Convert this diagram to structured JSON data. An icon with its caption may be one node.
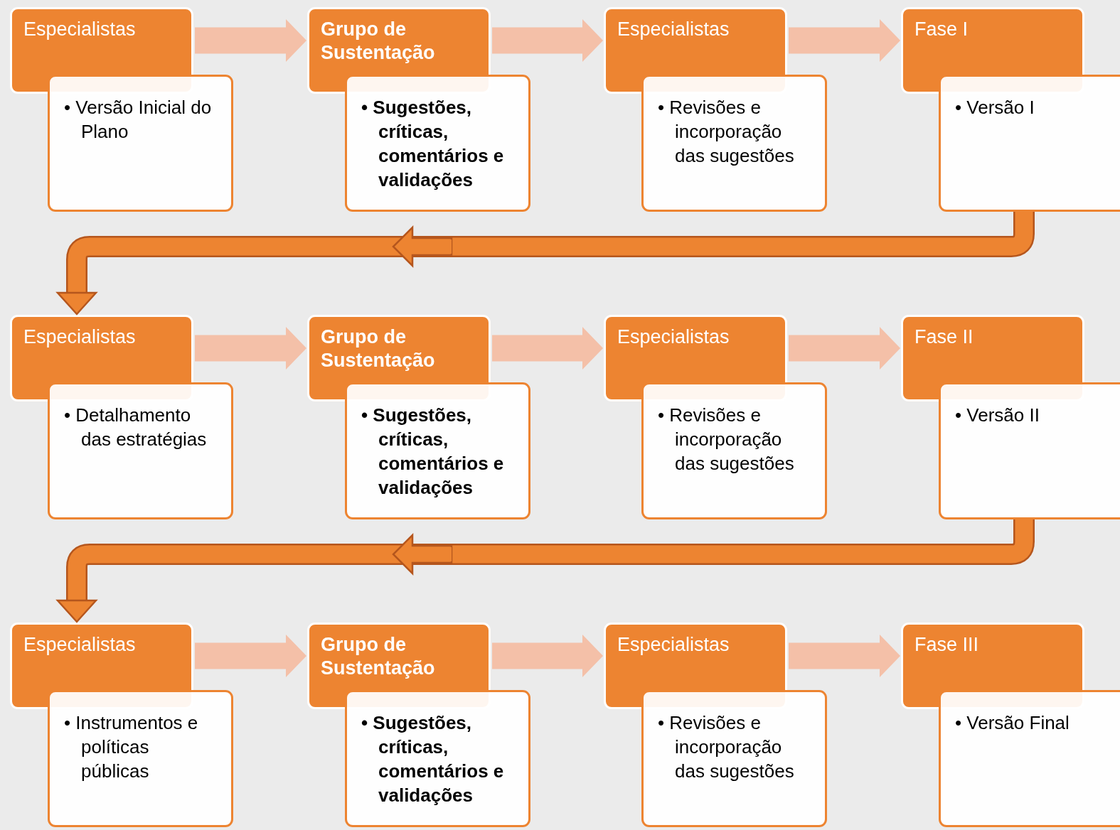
{
  "diagram": {
    "nodes": [
      {
        "text": [
          "Especialistas"
        ]
      },
      {
        "text": [
          "• Versão Inicial do Plano"
        ]
      },
      {
        "text": [
          "Grupo de Sustentação"
        ]
      },
      {
        "text": [
          "• Sugestões, críticas, comentários e validações"
        ]
      },
      {
        "text": [
          "Especialistas"
        ]
      },
      {
        "text": [
          "• Revisões e incorporação das sugestões"
        ]
      },
      {
        "text": [
          "Fase I"
        ]
      },
      {
        "text": [
          "• Versão I"
        ]
      },
      {
        "text": [
          "Especialistas"
        ]
      },
      {
        "text": [
          "• Detalhamento das estratégias"
        ]
      },
      {
        "text": [
          "Grupo de Sustentação"
        ]
      },
      {
        "text": [
          "• Sugestões, críticas, comentários e validações"
        ]
      },
      {
        "text": [
          "Especialistas"
        ]
      },
      {
        "text": [
          "• Revisões e incorporação das sugestões"
        ]
      },
      {
        "text": [
          "Fase II"
        ]
      },
      {
        "text": [
          "• Versão II"
        ]
      },
      {
        "text": [
          "Especialistas"
        ]
      },
      {
        "text": [
          "• Instrumentos e políticas públicas"
        ]
      },
      {
        "text": [
          "Grupo de Sustentação"
        ]
      },
      {
        "text": [
          "• Sugestões, críticas, comentários e validações"
        ]
      },
      {
        "text": [
          "Especialistas"
        ]
      },
      {
        "text": [
          "• Revisões e incorporação das sugestões"
        ]
      },
      {
        "text": [
          "Fase III"
        ]
      },
      {
        "text": [
          "• Versão Final"
        ]
      }
    ],
    "edges": [
      {
        "from": 0,
        "to": 2,
        "arrow": "to"
      },
      {
        "from": 2,
        "to": 4,
        "arrow": "to"
      },
      {
        "from": 4,
        "to": 6,
        "arrow": "to"
      },
      {
        "from": 7,
        "to": 8,
        "arrow": "to",
        "color": "#ed8431"
      },
      {
        "from": 8,
        "to": 10,
        "arrow": "to"
      },
      {
        "from": 10,
        "to": 12,
        "arrow": "to"
      },
      {
        "from": 12,
        "to": 14,
        "arrow": "to"
      },
      {
        "from": 15,
        "to": 16,
        "arrow": "to",
        "color": "#ed8431"
      },
      {
        "from": 16,
        "to": 18,
        "arrow": "to"
      },
      {
        "from": 18,
        "to": 20,
        "arrow": "to"
      },
      {
        "from": 20,
        "to": 22,
        "arrow": "to"
      }
    ]
  }
}
